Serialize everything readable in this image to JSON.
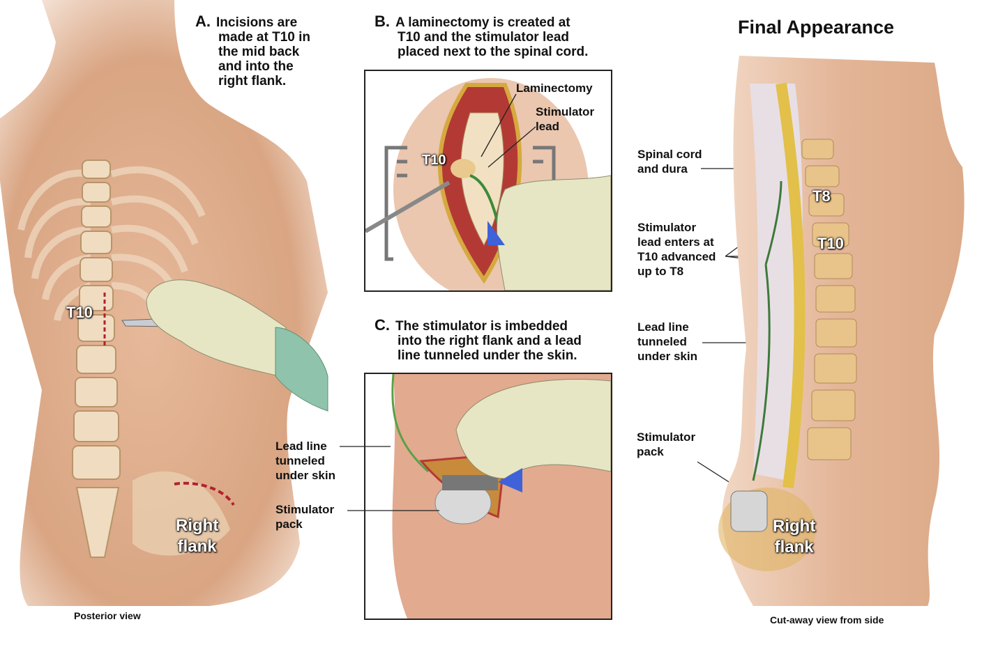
{
  "panel_a": {
    "letter": "A.",
    "caption_lines": [
      "Incisions are",
      "made at T10 in",
      "the mid back",
      "and into the",
      "right flank."
    ],
    "label_t10": "T10",
    "label_right_flank": [
      "Right",
      "flank"
    ],
    "view_label": "Posterior view"
  },
  "panel_b": {
    "letter": "B.",
    "caption_lines": [
      "A laminectomy is created at",
      "T10 and the stimulator lead",
      "placed next to the spinal cord."
    ],
    "label_laminectomy": "Laminectomy",
    "label_stimulator_lead": [
      "Stimulator",
      "lead"
    ],
    "label_t10": "T10"
  },
  "panel_c": {
    "letter": "C.",
    "caption_lines": [
      "The stimulator is imbedded",
      "into the right flank and a lead",
      "line tunneled under the skin."
    ],
    "label_lead_line": [
      "Lead line",
      "tunneled",
      "under skin"
    ],
    "label_stimulator_pack": [
      "Stimulator",
      "pack"
    ]
  },
  "final": {
    "title": "Final Appearance",
    "label_spinal_cord": [
      "Spinal cord",
      "and dura"
    ],
    "label_t8": "T8",
    "label_t10": "T10",
    "label_stimulator_lead": [
      "Stimulator",
      "lead enters at",
      "T10 advanced",
      "up to T8"
    ],
    "label_lead_line": [
      "Lead line",
      "tunneled",
      "under skin"
    ],
    "label_stimulator_pack": [
      "Stimulator",
      "pack"
    ],
    "label_right_flank": [
      "Right",
      "flank"
    ],
    "view_label": "Cut-away view from side"
  }
}
